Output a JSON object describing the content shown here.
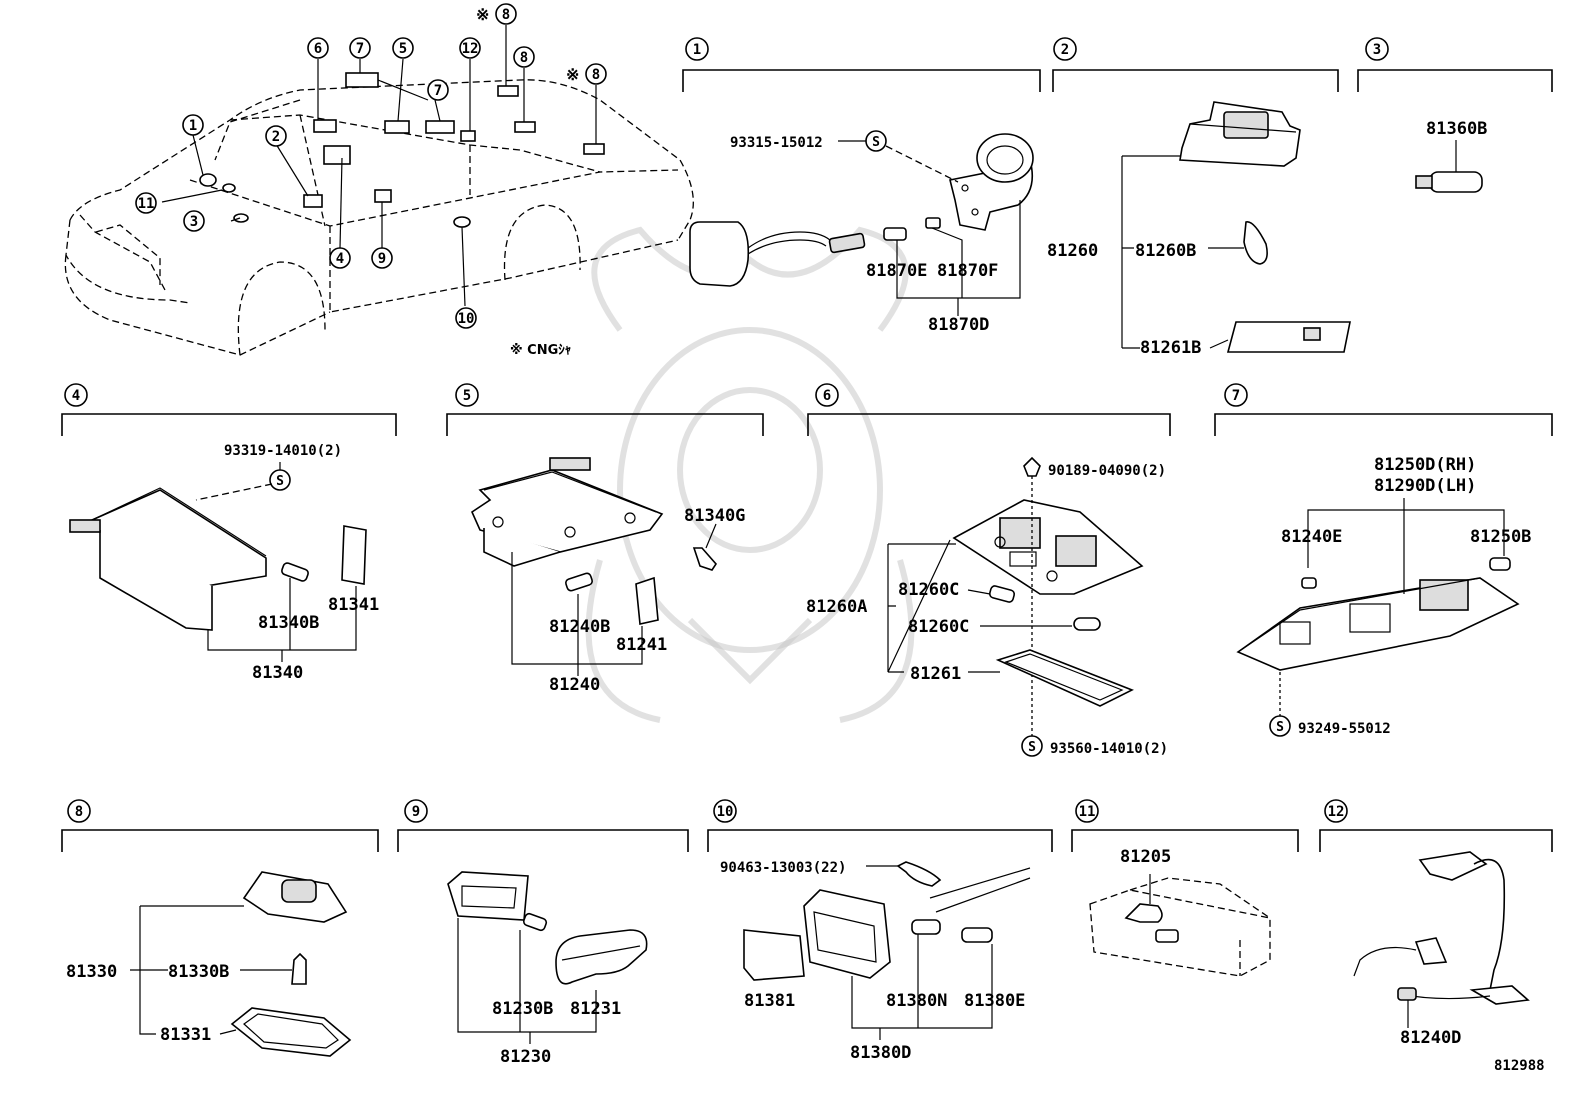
{
  "diagram": {
    "drawing_number": "812988",
    "cng_note": "※ CNGｼｬ",
    "car_callouts": [
      {
        "id": 1
      },
      {
        "id": 2
      },
      {
        "id": 3
      },
      {
        "id": 4
      },
      {
        "id": 5
      },
      {
        "id": 6
      },
      {
        "id": 7
      },
      {
        "id": 7
      },
      {
        "id": 8
      },
      {
        "id": 8,
        "note": "※"
      },
      {
        "id": 8,
        "note": "※"
      },
      {
        "id": 9
      },
      {
        "id": 10
      },
      {
        "id": 11
      },
      {
        "id": 12
      }
    ],
    "sections": [
      {
        "id": 1,
        "labels": [
          "93315-15012",
          "81870E",
          "81870F",
          "81870D"
        ]
      },
      {
        "id": 2,
        "labels": [
          "81260",
          "81260B",
          "81261B"
        ]
      },
      {
        "id": 3,
        "labels": [
          "81360B"
        ]
      },
      {
        "id": 4,
        "labels": [
          "93319-14010(2)",
          "81340B",
          "81341",
          "81340"
        ]
      },
      {
        "id": 5,
        "labels": [
          "81340G",
          "81240B",
          "81241",
          "81240"
        ]
      },
      {
        "id": 6,
        "labels": [
          "90189-04090(2)",
          "81260C",
          "81260A",
          "81260C",
          "81261",
          "93560-14010(2)"
        ]
      },
      {
        "id": 7,
        "labels": [
          "81250D(RH)",
          "81290D(LH)",
          "81240E",
          "81250B",
          "93249-55012"
        ]
      },
      {
        "id": 8,
        "labels": [
          "81330",
          "81330B",
          "81331"
        ]
      },
      {
        "id": 9,
        "labels": [
          "81230B",
          "81231",
          "81230"
        ]
      },
      {
        "id": 10,
        "labels": [
          "90463-13003(22)",
          "81381",
          "81380N",
          "81380E",
          "81380D"
        ]
      },
      {
        "id": 11,
        "labels": [
          "81205"
        ]
      },
      {
        "id": 12,
        "labels": [
          "81240D"
        ]
      }
    ],
    "screw_marker": "S"
  }
}
